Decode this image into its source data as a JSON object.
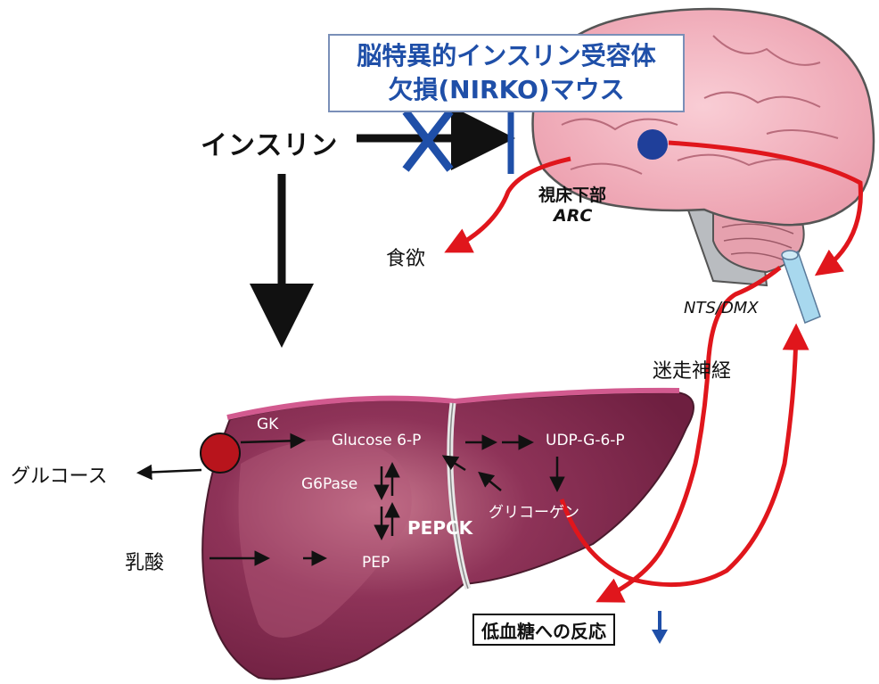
{
  "title": {
    "line1": "脳特異的インスリン受容体",
    "line2": "欠損(NIRKO)マウス"
  },
  "labels": {
    "insulin": "インスリン",
    "hypothalamus": "視床下部",
    "arc": "ARC",
    "appetite": "食欲",
    "nts_dmx": "NTS/DMX",
    "vagus": "迷走神経",
    "glucose": "グルコース",
    "lactate": "乳酸",
    "gk": "GK",
    "glucose6p": "Glucose 6-P",
    "udpg6p": "UDP-G-6-P",
    "g6pase": "G6Pase",
    "pepck": "PEPCK",
    "glycogen": "グリコーゲン",
    "pep": "PEP",
    "hypoglycemia": "低血糖への反応",
    "down_arrow": "↓"
  },
  "colors": {
    "title_text": "#1f4fa8",
    "block_blue": "#1f4fa8",
    "red_arrow": "#e0161c",
    "liver": "#7a2448",
    "brain": "#f4b3bf"
  }
}
